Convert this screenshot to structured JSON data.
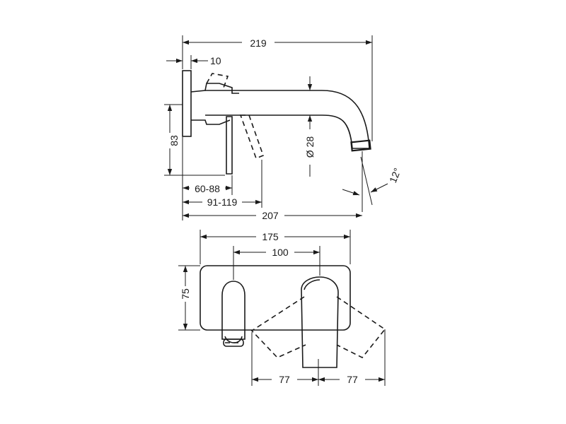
{
  "side_view": {
    "overall_length": "219",
    "plate_depth": "10",
    "plate_height": "83",
    "spout_diameter": "Ø 28",
    "spout_angle": "12°",
    "lever_range_short": "60-88",
    "lever_range_long": "91-119",
    "reach": "207"
  },
  "front_view": {
    "plate_width": "175",
    "center_distance": "100",
    "plate_height": "75",
    "swing_left": "77",
    "swing_right": "77"
  }
}
